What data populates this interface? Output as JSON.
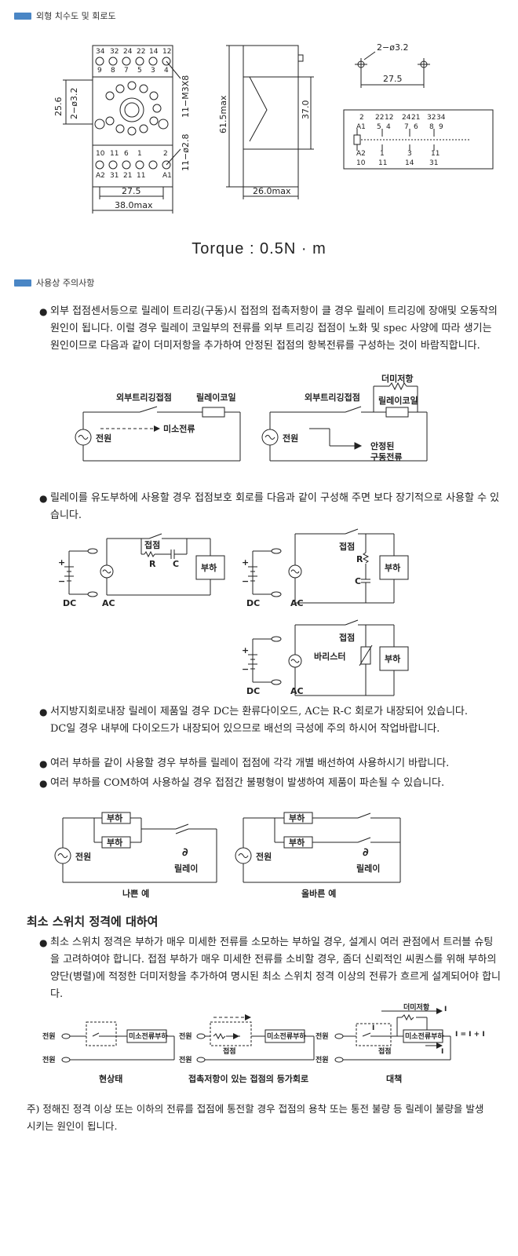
{
  "sections": {
    "dimensions": "외형 치수도 및 회로도",
    "precautions": "사용상 주의사항"
  },
  "dimension_drawing": {
    "front_top_pins": [
      "34",
      "32",
      "24",
      "22",
      "14",
      "12"
    ],
    "front_top_nums": [
      "9",
      "8",
      "7",
      "5",
      "3",
      "4"
    ],
    "front_bottom_nums": [
      "10",
      "11",
      "6",
      "1",
      "2"
    ],
    "front_bottom_pins": [
      "A2",
      "31",
      "21",
      "11",
      "A1"
    ],
    "dim_25_6": "25.6",
    "dim_2_phi_3_2": "2−ø3.2",
    "dim_11_m3x8": "11−M3X8",
    "dim_11_phi_2_8": "11−ø2.8",
    "dim_27_5": "27.5",
    "dim_38_max": "38.0max",
    "dim_61_5_max": "61.5max",
    "dim_37_0": "37.0",
    "dim_26_max": "26.0max",
    "hole_label": "2−ø3.2",
    "hole_dim": "27.5",
    "circuit_top_nums": [
      "2",
      "22",
      "12",
      "24",
      "21",
      "32",
      "34"
    ],
    "circuit_a1": "A1",
    "circuit_mid_nums": [
      "5",
      "4",
      "7",
      "6",
      "8",
      "9"
    ],
    "circuit_a2": "A2",
    "circuit_bottom_nums_1": [
      "1",
      "3",
      "11"
    ],
    "circuit_bottom_nums_2": [
      "10",
      "11",
      "14",
      "31"
    ]
  },
  "torque": "Torque : 0.5N · m",
  "paragraphs": {
    "p1": "외부 접점센서등으로 릴레이 트리깅(구동)시 접점의 접촉저항이 클 경우 릴레이 트리깅에 장애및 오동작의 원인이 됩니다. 이럴 경우 릴레이 코일부의 전류를 외부 트리깅 접점이 노화 및 spec 사양에 따라 생기는 원인이므로 다음과 같이 더미저항을 추가하여 안정된 접점의 항복전류를 구성하는 것이 바람직합니다.",
    "p2": "릴레이를 유도부하에 사용할 경우 접점보호 회로를 다음과 같이 구성해 주면 보다 장기적으로 사용할 수 있습니다.",
    "p3_line1": "서지방지회로내장 릴레이 제품일 경우 DC는 환류다이오드, AC는 R-C 회로가 내장되어 있습니다.",
    "p3_line2": "DC일 경우 내부에 다이오드가 내장되어 있으므로 배선의 극성에 주의 하시어 작업바랍니다.",
    "p4": "여러 부하를 같이 사용할 경우 부하를 릴레이 접점에 각각 개별 배선하여 사용하시기 바랍니다.",
    "p5": "여러 부하를 COM하여 사용하실 경우 접점간 불평형이 발생하여 제품이 파손될 수 있습니다.",
    "p6": "최소 스위치 정격은 부하가 매우 미세한 전류를 소모하는 부하일 경우, 설계시 여러 관점에서 트러블 슈팅을 고려하여야 합니다. 접점 부하가 매우 미세한 전류를 소비할 경우, 좀더 신뢰적인 씨퀀스를 위해 부하의 양단(병렬)에 적정한 더미저항을 추가하여 명시된 최소 스위치 정격 이상의 전류가 흐르게 설계되어야 합니다."
  },
  "heading_min_switch": "최소 스위치 정격에 대하여",
  "fig1": {
    "left_contact": "외부트리깅접점",
    "left_coil": "릴레이코일",
    "left_current": "미소전류",
    "power": "전원",
    "right_resistor": "더미저항",
    "right_contact": "외부트리깅접점",
    "right_coil": "릴레이코일",
    "right_current_1": "안정된",
    "right_current_2": "구동전류"
  },
  "fig2": {
    "contact": "접점",
    "r": "R",
    "c": "C",
    "load": "부하",
    "dc": "DC",
    "ac": "AC",
    "varistor": "바리스터",
    "plus": "+",
    "minus": "−"
  },
  "fig3": {
    "load": "부하",
    "power": "전원",
    "relay": "릴레이",
    "bad": "나쁜 예",
    "good": "올바른 예"
  },
  "fig4": {
    "power": "전원",
    "load": "미소전류부하",
    "contact": "접점",
    "dummy": "더미저항",
    "state": "현상태",
    "equiv": "접촉저항이 있는 접점의 등가회로",
    "solution": "대책",
    "i_label": "I",
    "i1_label": "I",
    "eq": "I = I + I"
  },
  "note": "주) 정해진 정격 이상 또는 이하의 전류를 접점에 통전할 경우 접점의 용착 또는 통전 불량 등 릴레이 불량을 발생시키는 원인이 됩니다."
}
